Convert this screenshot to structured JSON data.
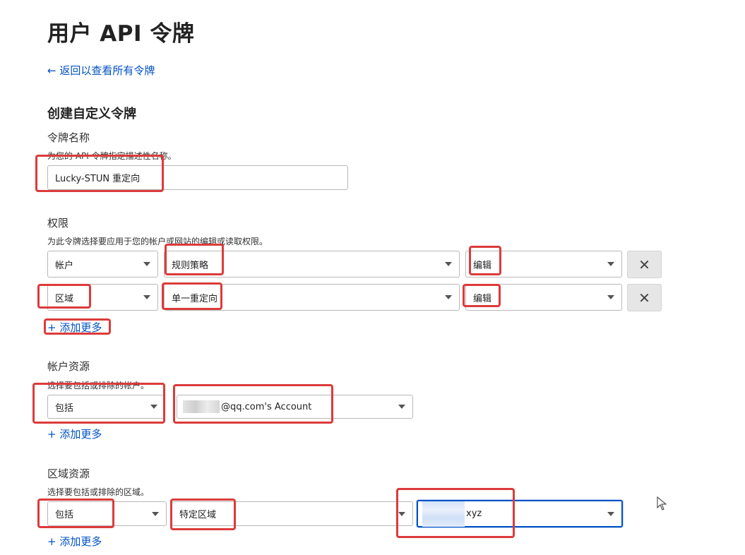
{
  "page": {
    "title": "用户 API 令牌",
    "back_link": "← 返回以查看所有令牌",
    "section_title": "创建自定义令牌"
  },
  "token_name": {
    "label": "令牌名称",
    "help": "为您的 API 令牌指定描述性名称。",
    "value": "Lucky-STUN 重定向"
  },
  "permissions": {
    "label": "权限",
    "help": "为此令牌选择要应用于您的帐户或网站的编辑或读取权限。",
    "rows": [
      {
        "scope": "帐户",
        "item": "规则策略",
        "access": "编辑"
      },
      {
        "scope": "区域",
        "item": "单一重定向",
        "access": "编辑"
      }
    ],
    "remove_glyph": "✕",
    "add_more": "+ 添加更多"
  },
  "account_resources": {
    "label": "帐户资源",
    "help": "选择要包括或排除的帐户。",
    "mode": "包括",
    "account": "@qq.com's Account",
    "add_more": "+ 添加更多"
  },
  "zone_resources": {
    "label": "区域资源",
    "help": "选择要包括或排除的区域。",
    "mode": "包括",
    "zone_type": "特定区域",
    "zone_value": "xyz",
    "add_more": "+ 添加更多"
  },
  "colors": {
    "link": "#0051c3",
    "highlight": "#dc3b3b",
    "focus": "#0051c3"
  },
  "icons": [
    "caret-down-icon",
    "close-icon",
    "mouse-cursor-icon"
  ]
}
